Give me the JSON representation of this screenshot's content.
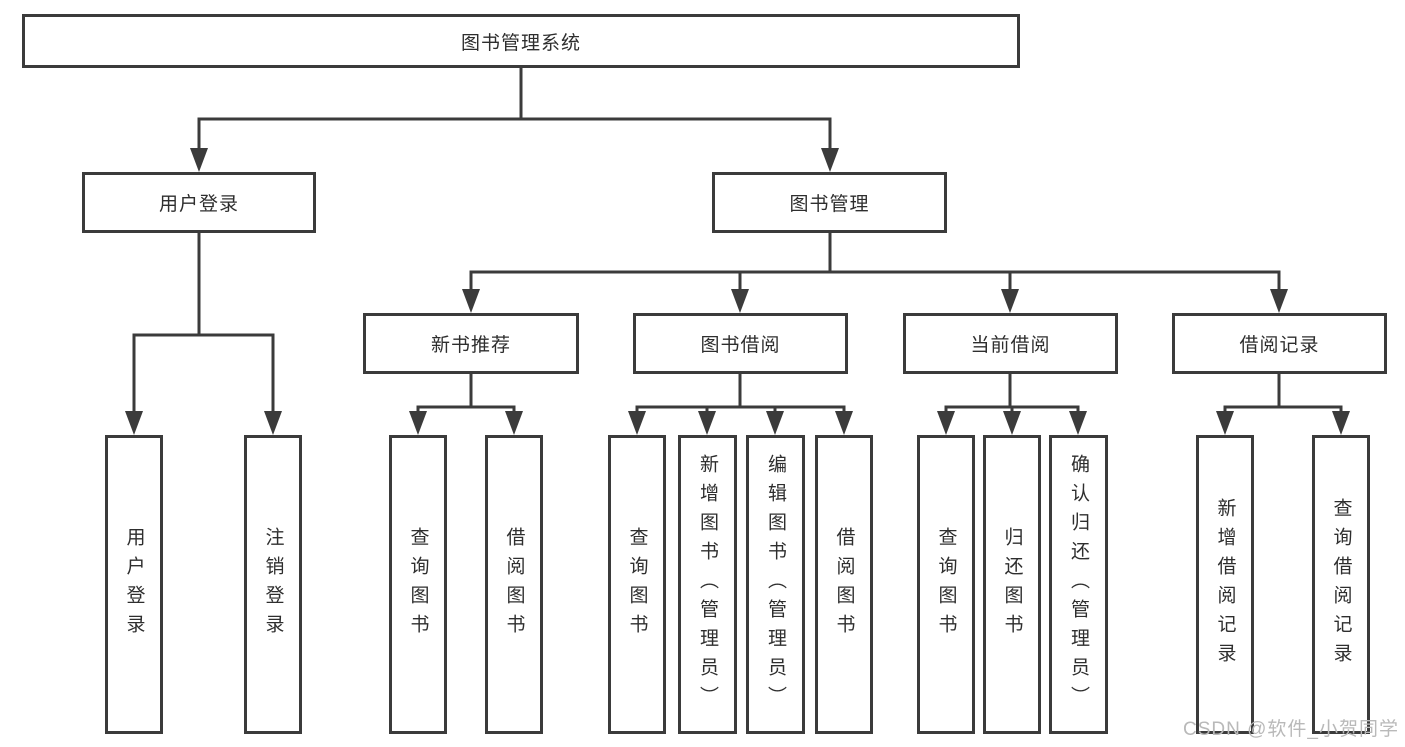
{
  "diagram": {
    "root": {
      "label": "图书管理系统"
    },
    "level2": [
      {
        "label": "用户登录"
      },
      {
        "label": "图书管理"
      }
    ],
    "level3": [
      {
        "label": "新书推荐"
      },
      {
        "label": "图书借阅"
      },
      {
        "label": "当前借阅"
      },
      {
        "label": "借阅记录"
      }
    ],
    "leaves": {
      "user": [
        {
          "label": "用户登录"
        },
        {
          "label": "注销登录"
        }
      ],
      "recommend": [
        {
          "label": "查询图书"
        },
        {
          "label": "借阅图书"
        }
      ],
      "borrow": [
        {
          "label": "查询图书"
        },
        {
          "label": "新增图书（管理员）"
        },
        {
          "label": "编辑图书（管理员）"
        },
        {
          "label": "借阅图书"
        }
      ],
      "current": [
        {
          "label": "查询图书"
        },
        {
          "label": "归还图书"
        },
        {
          "label": "确认归还（管理员）"
        }
      ],
      "records": [
        {
          "label": "新增借阅记录"
        },
        {
          "label": "查询借阅记录"
        }
      ]
    }
  },
  "watermark": {
    "text": "CSDN @软件_小贺同学"
  },
  "colors": {
    "line": "#3b3b3b",
    "text": "#2e2e2e",
    "watermark": "#b9b9b9",
    "background": "#ffffff"
  }
}
